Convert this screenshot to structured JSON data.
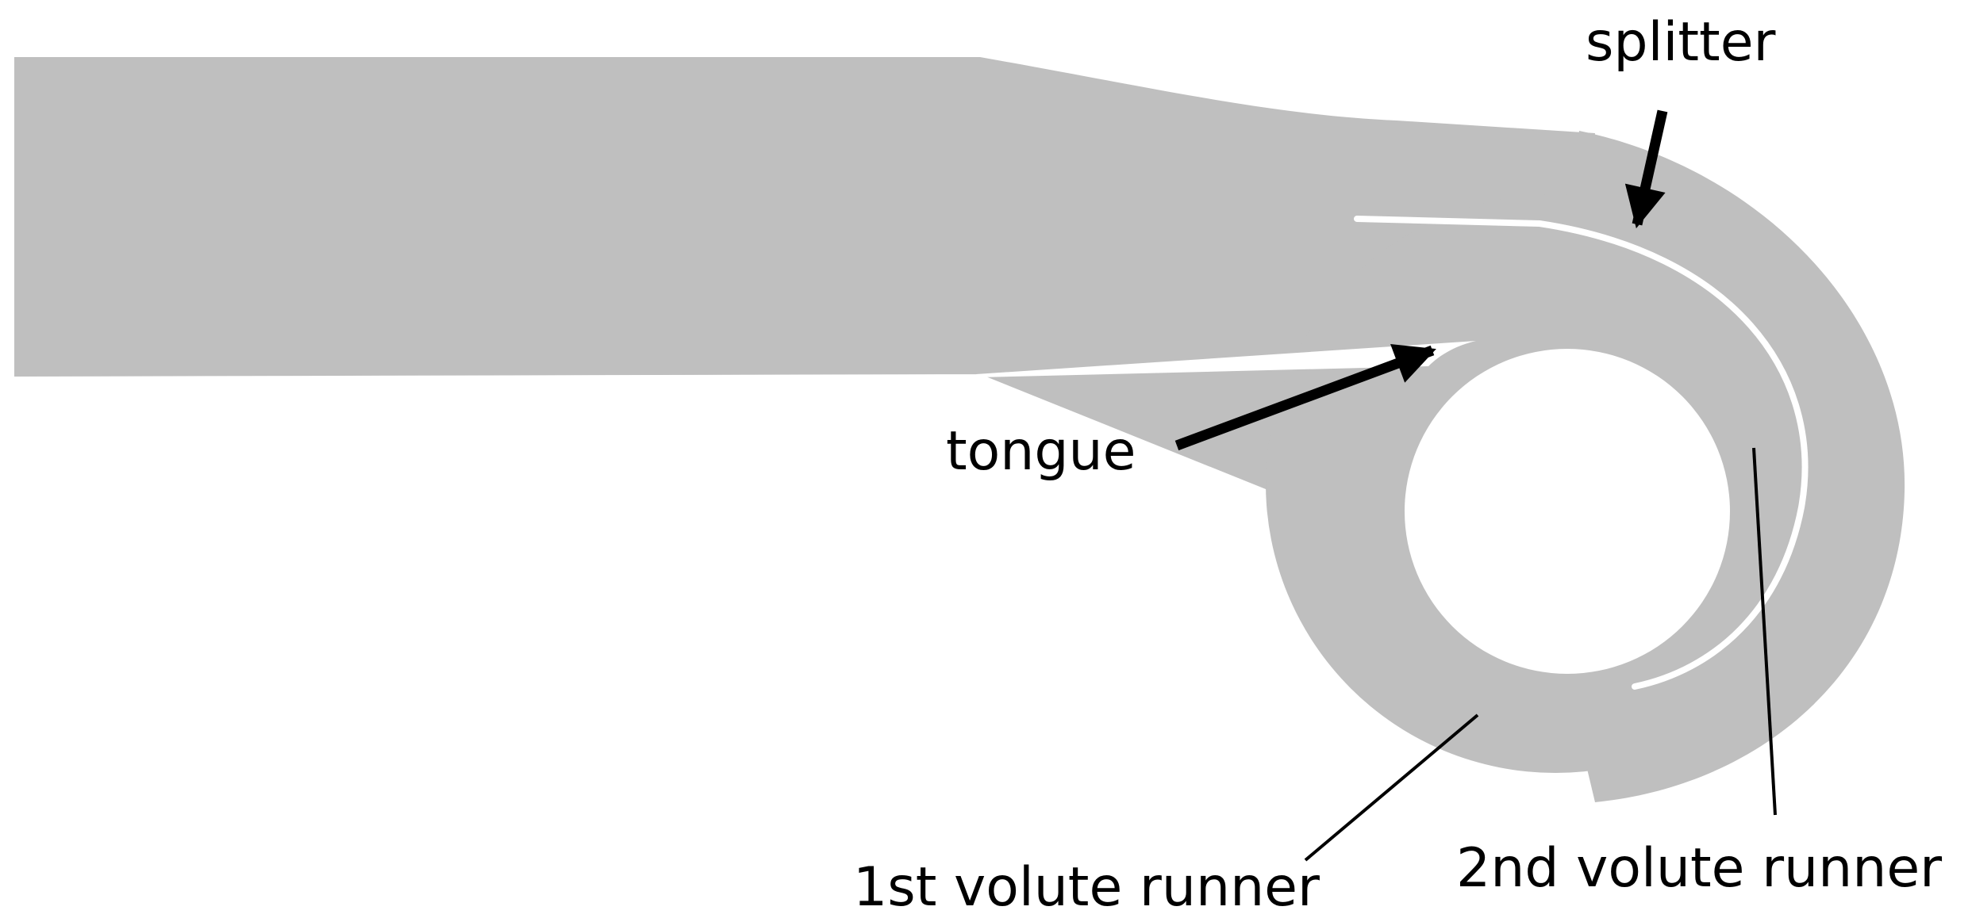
{
  "labels": {
    "splitter": "splitter",
    "tongue": "tongue",
    "first_runner": "1st volute runner",
    "second_runner": "2nd volute runner"
  },
  "colors": {
    "volute_fill": "#bfbfbf",
    "background": "#ffffff",
    "ink": "#000000"
  }
}
